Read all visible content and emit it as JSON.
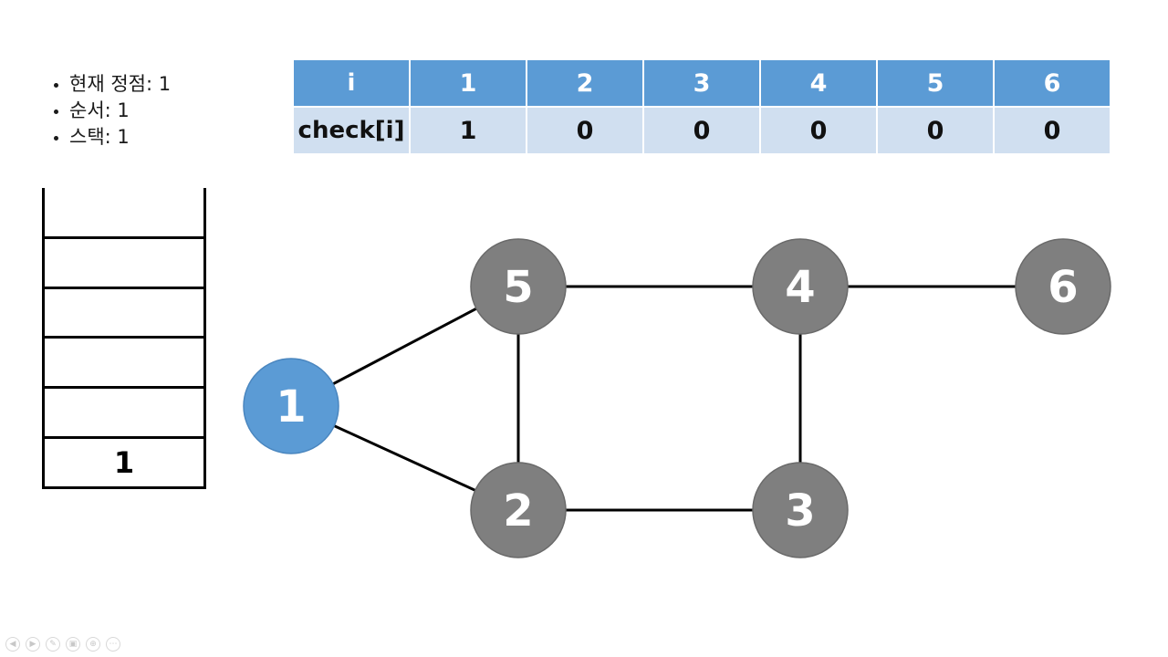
{
  "info": {
    "items": [
      "현재 정점: 1",
      "순서: 1",
      "스택: 1"
    ]
  },
  "check_table": {
    "header": [
      "i",
      "1",
      "2",
      "3",
      "4",
      "5",
      "6"
    ],
    "row": [
      "check[i]",
      "1",
      "0",
      "0",
      "0",
      "0",
      "0"
    ]
  },
  "stack": {
    "slots": [
      "",
      "",
      "",
      "",
      "1"
    ]
  },
  "graph": {
    "nodes": [
      {
        "id": "1",
        "label": "1",
        "state": "current"
      },
      {
        "id": "2",
        "label": "2",
        "state": "unvisited"
      },
      {
        "id": "3",
        "label": "3",
        "state": "unvisited"
      },
      {
        "id": "4",
        "label": "4",
        "state": "unvisited"
      },
      {
        "id": "5",
        "label": "5",
        "state": "unvisited"
      },
      {
        "id": "6",
        "label": "6",
        "state": "unvisited"
      }
    ],
    "edges": [
      [
        "1",
        "5"
      ],
      [
        "1",
        "2"
      ],
      [
        "5",
        "4"
      ],
      [
        "5",
        "2"
      ],
      [
        "4",
        "6"
      ],
      [
        "4",
        "3"
      ],
      [
        "2",
        "3"
      ]
    ],
    "colors": {
      "current": "#5b9bd5",
      "unvisited": "#7f7f7f",
      "edge": "#000000",
      "label": "#ffffff"
    }
  },
  "controls": {
    "icons": [
      "prev-icon",
      "next-icon",
      "pen-icon",
      "slides-icon",
      "zoom-icon",
      "more-icon"
    ],
    "glyphs": [
      "◀",
      "▶",
      "✎",
      "▣",
      "⊕",
      "⋯"
    ]
  }
}
